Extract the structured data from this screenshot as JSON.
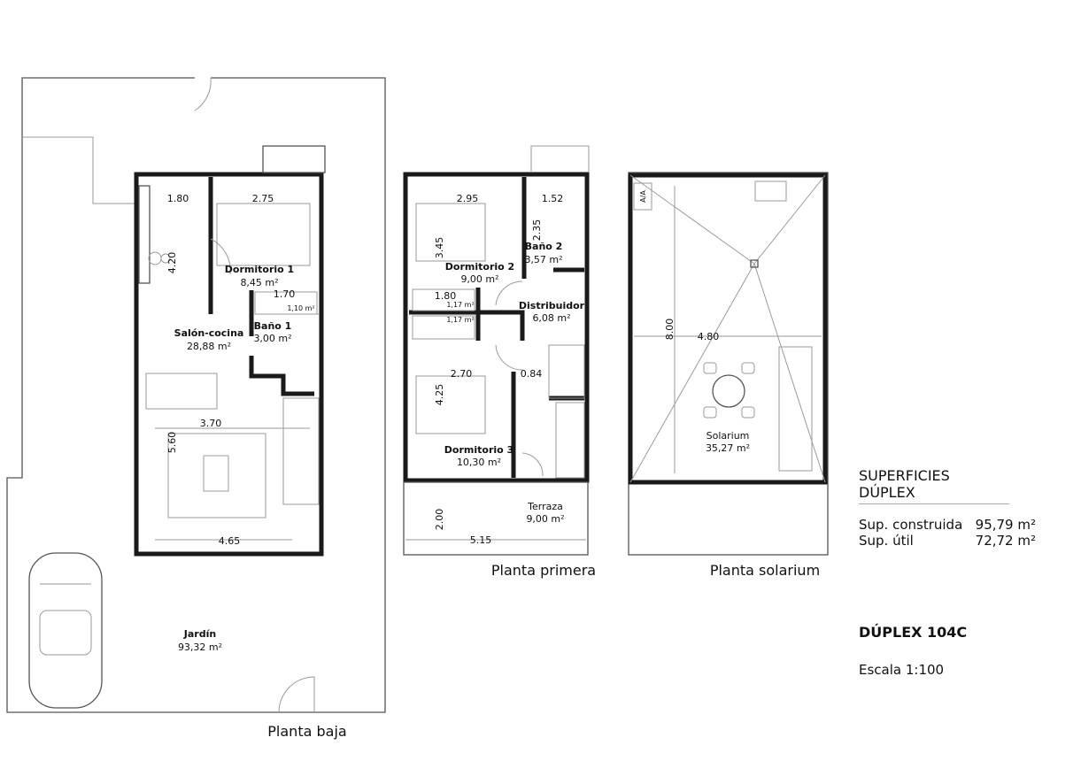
{
  "plans": {
    "planta_baja": {
      "title": "Planta baja",
      "rooms": {
        "dormitorio1": {
          "name": "Dormitorio 1",
          "area": "8,45 m²"
        },
        "salon": {
          "name": "Salón-cocina",
          "area": "28,88 m²"
        },
        "bano1": {
          "name": "Baño 1",
          "area": "3,00 m²"
        },
        "jardin": {
          "name": "Jardín",
          "area": "93,32 m²"
        },
        "armario": {
          "area": "1,10 m²"
        }
      },
      "dims": [
        "1.80",
        "2.75",
        "4.20",
        "1.70",
        "3.70",
        "5.60",
        "4.65"
      ]
    },
    "planta_primera": {
      "title": "Planta primera",
      "rooms": {
        "dormitorio2": {
          "name": "Dormitorio 2",
          "area": "9,00 m²"
        },
        "bano2": {
          "name": "Baño 2",
          "area": "3,57 m²"
        },
        "distribuidor": {
          "name": "Distribuidor",
          "area": "6,08 m²"
        },
        "dormitorio3": {
          "name": "Dormitorio 3",
          "area": "10,30 m²"
        },
        "terraza": {
          "name": "Terraza",
          "area": "9,00 m²"
        },
        "armario_a": {
          "area": "1,17 m²"
        },
        "armario_b": {
          "area": "1,17 m²"
        }
      },
      "dims": [
        "2.95",
        "1.52",
        "2.35",
        "3.45",
        "1.80",
        "2.70",
        "0.84",
        "4.25",
        "2.00",
        "5.15"
      ]
    },
    "planta_solarium": {
      "title": "Planta solarium",
      "rooms": {
        "solarium": {
          "name": "Solarium",
          "area": "35,27 m²"
        }
      },
      "aa_label": "A/A",
      "dims": [
        "8.00",
        "4.80"
      ]
    }
  },
  "legend": {
    "heading": "SUPERFICIES DÚPLEX",
    "rows": [
      {
        "label": "Sup. construida",
        "value": "95,79 m²"
      },
      {
        "label": "Sup. útil",
        "value": "72,72 m²"
      }
    ],
    "model": "DÚPLEX 104C",
    "scale": "Escala 1:100"
  }
}
